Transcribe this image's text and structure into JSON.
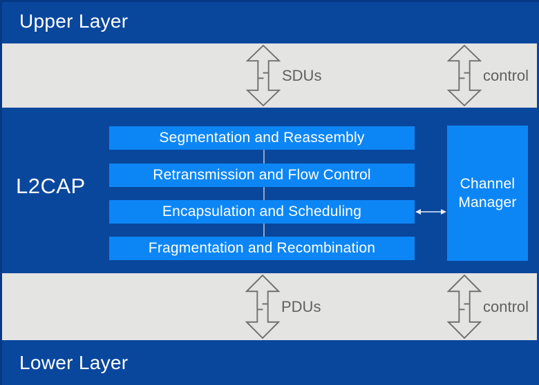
{
  "upper_layer": {
    "label": "Upper Layer"
  },
  "lower_layer": {
    "label": "Lower Layer"
  },
  "upper_band": {
    "data_flow": {
      "label": "SDUs"
    },
    "control_flow": {
      "label": "control"
    }
  },
  "lower_band": {
    "data_flow": {
      "label": "PDUs"
    },
    "control_flow": {
      "label": "control"
    }
  },
  "l2cap": {
    "label": "L2CAP",
    "functions": [
      "Segmentation and Reassembly",
      "Retransmission and Flow Control",
      "Encapsulation and Scheduling",
      "Fragmentation and Recombination"
    ],
    "channel_manager": {
      "label": "Channel Manager",
      "lines": [
        "Channel",
        "Manager"
      ]
    }
  },
  "icons": {
    "sdus_arrow": "vertical-double-arrow",
    "upper_control_arrow": "vertical-double-arrow",
    "pdus_arrow": "vertical-double-arrow",
    "lower_control_arrow": "vertical-double-arrow",
    "channel_link": "horizontal-double-arrow"
  },
  "colors": {
    "dark_blue": "#09479d",
    "bright_blue": "#0d86f5",
    "band_gray": "#e4e4e2",
    "arrow_outline": "#707070",
    "band_text": "#606060",
    "white_text": "#ffffff",
    "connector_line": "#93a7c6"
  }
}
